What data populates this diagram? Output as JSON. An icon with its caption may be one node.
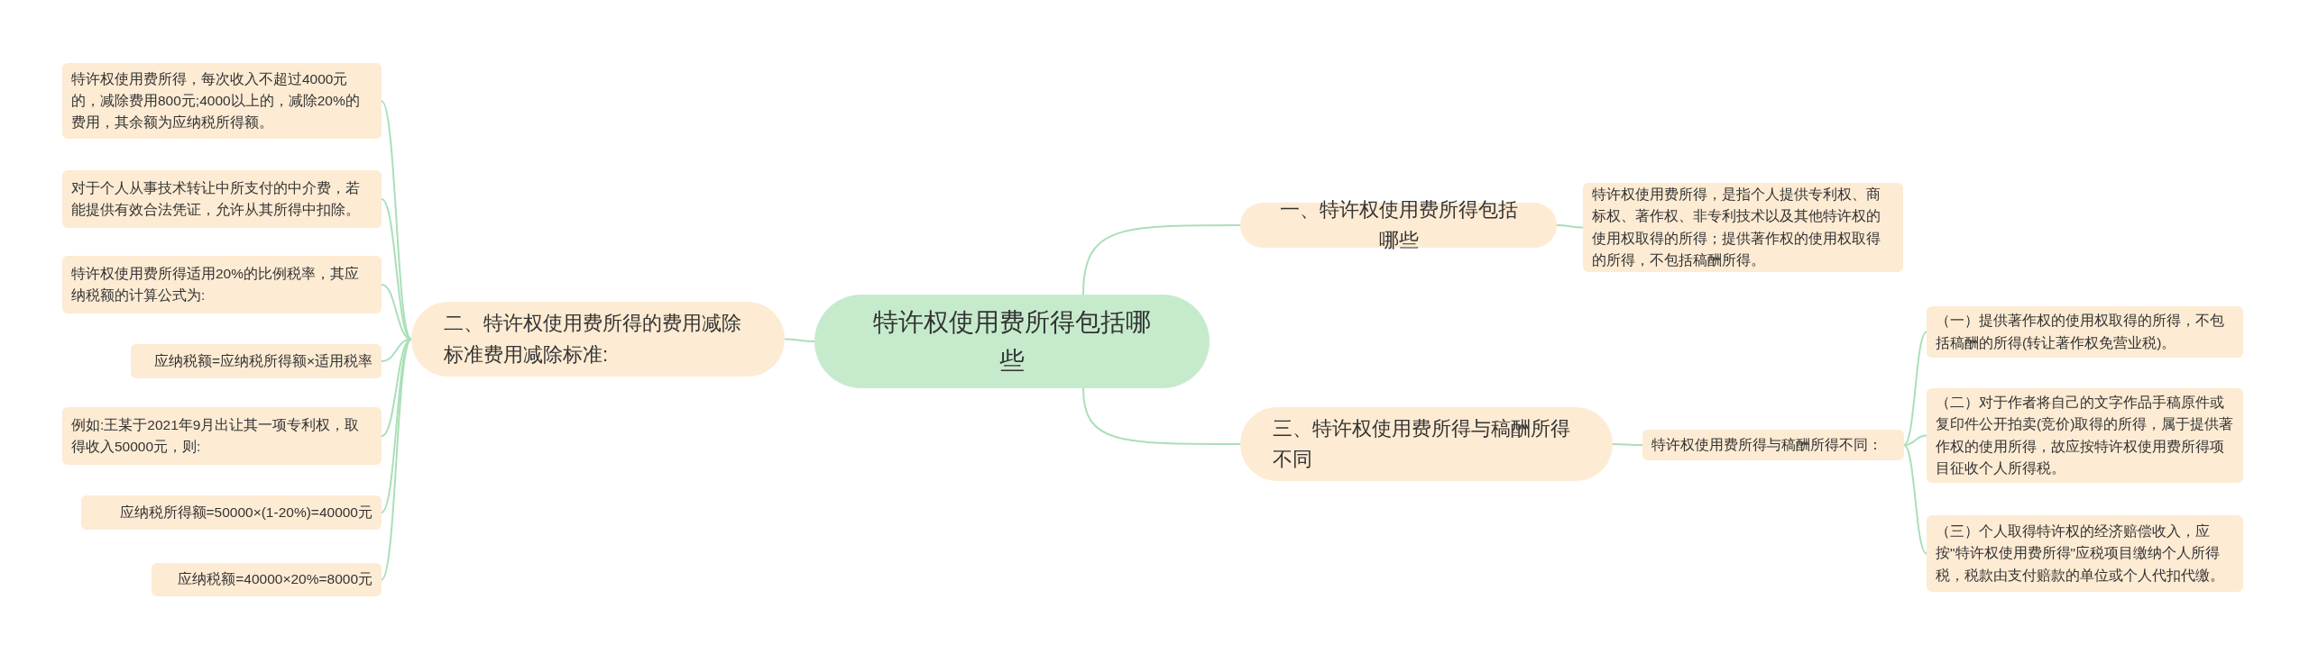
{
  "diagram": {
    "nodes": [
      {
        "text": [
          "特许权使用费所得包括哪些"
        ]
      },
      {
        "text": [
          "一、特许权使用费所得包括哪些"
        ]
      },
      {
        "text": [
          "特许权使用费所得，是指个人提供专利权、商标权、著作权、非专利技术以及其他特许权的使用权取得的所得；提供著作权的使用权取得的所得，不包括稿酬所得。"
        ]
      },
      {
        "text": [
          "三、特许权使用费所得与稿酬所得不同"
        ]
      },
      {
        "text": [
          "特许权使用费所得与稿酬所得不同："
        ]
      },
      {
        "text": [
          "（一）提供著作权的使用权取得的所得，不包括稿酬的所得(转让著作权免营业税)。"
        ]
      },
      {
        "text": [
          "（二）对于作者将自己的文字作品手稿原件或复印件公开拍卖(竞价)取得的所得，属于提供著作权的使用所得，故应按特许权使用费所得项目征收个人所得税。"
        ]
      },
      {
        "text": [
          "（三）个人取得特许权的经济赔偿收入，应按\"特许权使用费所得\"应税项目缴纳个人所得税，税款由支付赔款的单位或个人代扣代缴。"
        ]
      },
      {
        "text": [
          "二、特许权使用费所得的费用减除标准费用减除标准:"
        ]
      },
      {
        "text": [
          "特许权使用费所得，每次收入不超过4000元的，减除费用800元;4000以上的，减除20%的费用，其余额为应纳税所得额。"
        ]
      },
      {
        "text": [
          "对于个人从事技术转让中所支付的中介费，若能提供有效合法凭证，允许从其所得中扣除。"
        ]
      },
      {
        "text": [
          "特许权使用费所得适用20%的比例税率，其应纳税额的计算公式为:"
        ]
      },
      {
        "text": [
          "应纳税额=应纳税所得额×适用税率"
        ]
      },
      {
        "text": [
          "例如:王某于2021年9月出让其一项专利权，取得收入50000元，则:"
        ]
      },
      {
        "text": [
          "应纳税所得额=50000×(1-20%)=40000元"
        ]
      },
      {
        "text": [
          "应纳税额=40000×20%=8000元"
        ]
      }
    ],
    "edges": [
      {
        "from": 0,
        "to": 1,
        "arrow": "none"
      },
      {
        "from": 0,
        "to": 3,
        "arrow": "none"
      },
      {
        "from": 0,
        "to": 8,
        "arrow": "none"
      },
      {
        "from": 1,
        "to": 2,
        "arrow": "none"
      },
      {
        "from": 3,
        "to": 4,
        "arrow": "none"
      },
      {
        "from": 4,
        "to": 5,
        "arrow": "none"
      },
      {
        "from": 4,
        "to": 6,
        "arrow": "none"
      },
      {
        "from": 4,
        "to": 7,
        "arrow": "none"
      },
      {
        "from": 8,
        "to": 9,
        "arrow": "none"
      },
      {
        "from": 8,
        "to": 10,
        "arrow": "none"
      },
      {
        "from": 8,
        "to": 11,
        "arrow": "none"
      },
      {
        "from": 8,
        "to": 12,
        "arrow": "none"
      },
      {
        "from": 8,
        "to": 13,
        "arrow": "none"
      },
      {
        "from": 8,
        "to": 14,
        "arrow": "none"
      },
      {
        "from": 8,
        "to": 15,
        "arrow": "none"
      }
    ]
  }
}
